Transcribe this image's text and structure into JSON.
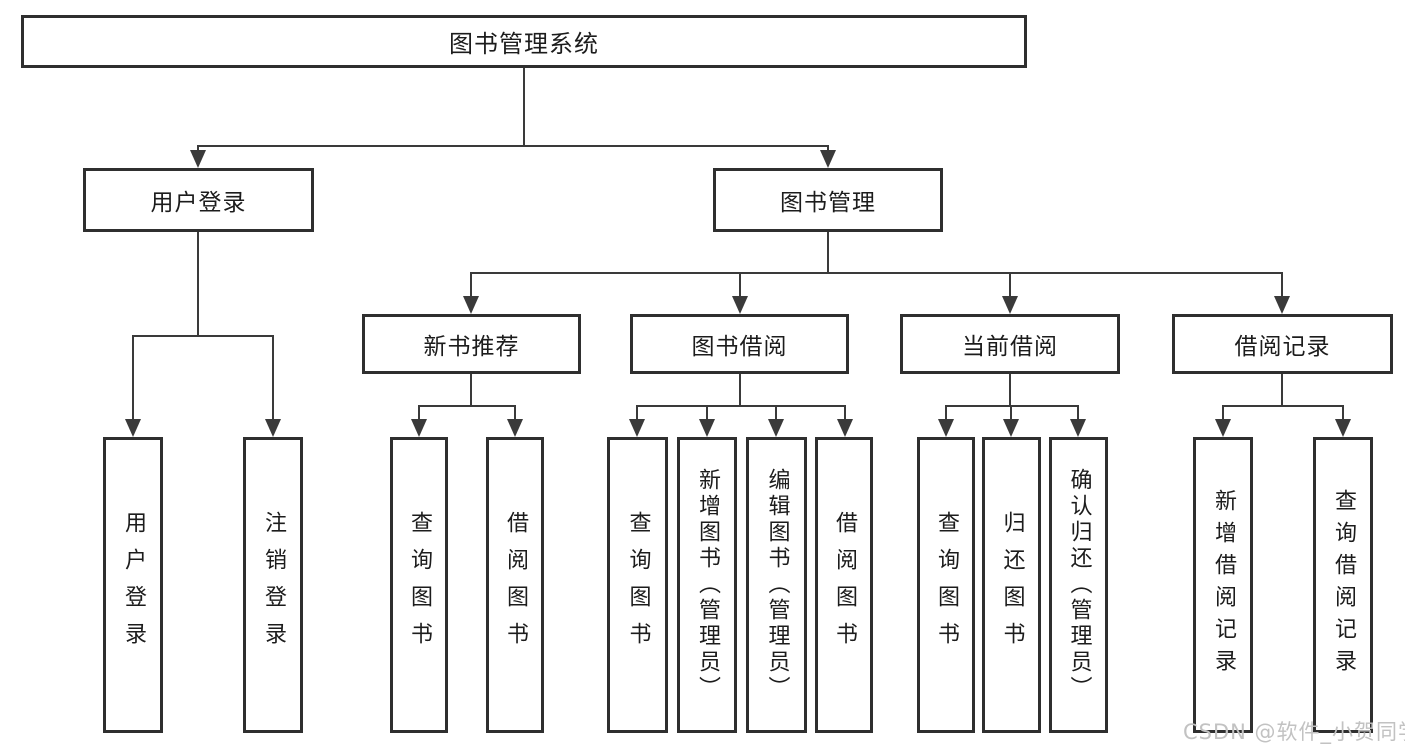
{
  "diagram": {
    "title": "图书管理系统",
    "level2": [
      {
        "label": "用户登录"
      },
      {
        "label": "图书管理"
      }
    ],
    "level3": [
      {
        "label": "新书推荐"
      },
      {
        "label": "图书借阅"
      },
      {
        "label": "当前借阅"
      },
      {
        "label": "借阅记录"
      }
    ],
    "leaves": {
      "user_login": [
        {
          "label": "用户登录"
        },
        {
          "label": "注销登录"
        }
      ],
      "new_book": [
        {
          "label": "查询图书"
        },
        {
          "label": "借阅图书"
        }
      ],
      "book_borrow": [
        {
          "label": "查询图书"
        },
        {
          "label": "新增图书（管理员）"
        },
        {
          "label": "编辑图书（管理员）"
        },
        {
          "label": "借阅图书"
        }
      ],
      "current_borrow": [
        {
          "label": "查询图书"
        },
        {
          "label": "归还图书"
        },
        {
          "label": "确认归还（管理员）"
        }
      ],
      "borrow_records": [
        {
          "label": "新增借阅记录"
        },
        {
          "label": "查询借阅记录"
        }
      ]
    },
    "colors": {
      "line": "#3a3a3a",
      "border": "#2f2f2f",
      "text": "#1c1c1c",
      "background": "#ffffff",
      "watermark": "#c2c2c2"
    }
  },
  "watermark": {
    "text": "CSDN @软件_小贺同学"
  }
}
